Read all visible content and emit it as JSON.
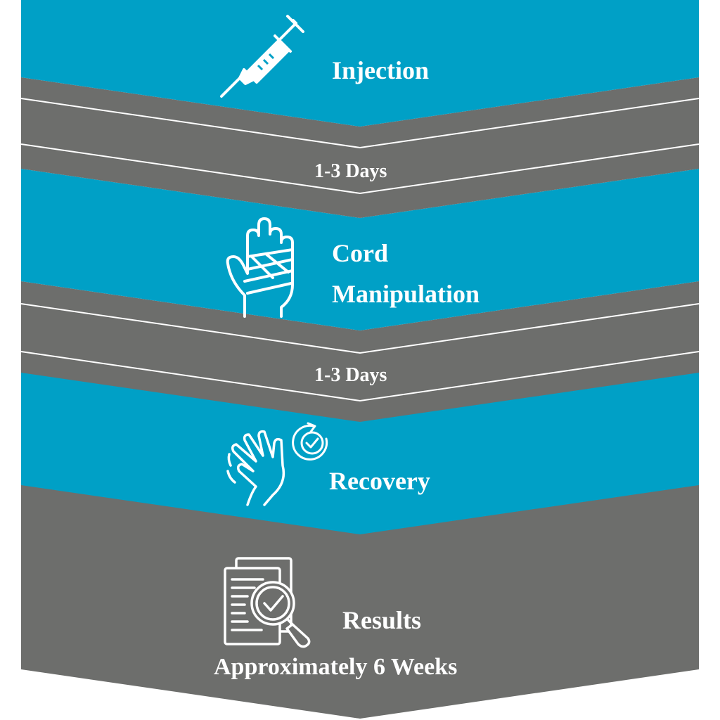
{
  "colors": {
    "blue": "#00a0c6",
    "gray": "#6d6e6c",
    "line": "#ffffff"
  },
  "steps": [
    {
      "title": "Injection",
      "icon": "syringe-icon"
    },
    {
      "duration": "1-3 Days"
    },
    {
      "title_line1": "Cord",
      "title_line2": "Manipulation",
      "icon": "bandaged-hand-icon"
    },
    {
      "duration": "1-3 Days"
    },
    {
      "title": "Recovery",
      "icon": "hand-with-refresh-check-icon"
    },
    {
      "title": "Results",
      "subtitle": "Approximately 6 Weeks",
      "icon": "document-magnifier-check-icon"
    }
  ]
}
